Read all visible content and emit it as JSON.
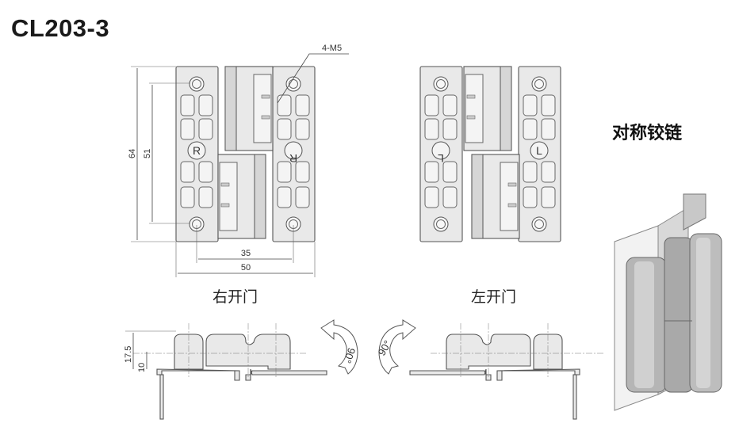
{
  "title": "CL203-3",
  "symmetric_label": "对称铰链",
  "right_door": {
    "caption": "右开门",
    "mark": "R",
    "dims": {
      "height_total": "64",
      "hole_spacing_v": "51",
      "hole_spacing_h": "35",
      "width_total": "50",
      "thread": "4-M5"
    },
    "side_dims": {
      "height": "17.5",
      "base": "10"
    },
    "rotation": "90°"
  },
  "left_door": {
    "caption": "左开门",
    "mark": "L",
    "rotation": "90°"
  }
}
